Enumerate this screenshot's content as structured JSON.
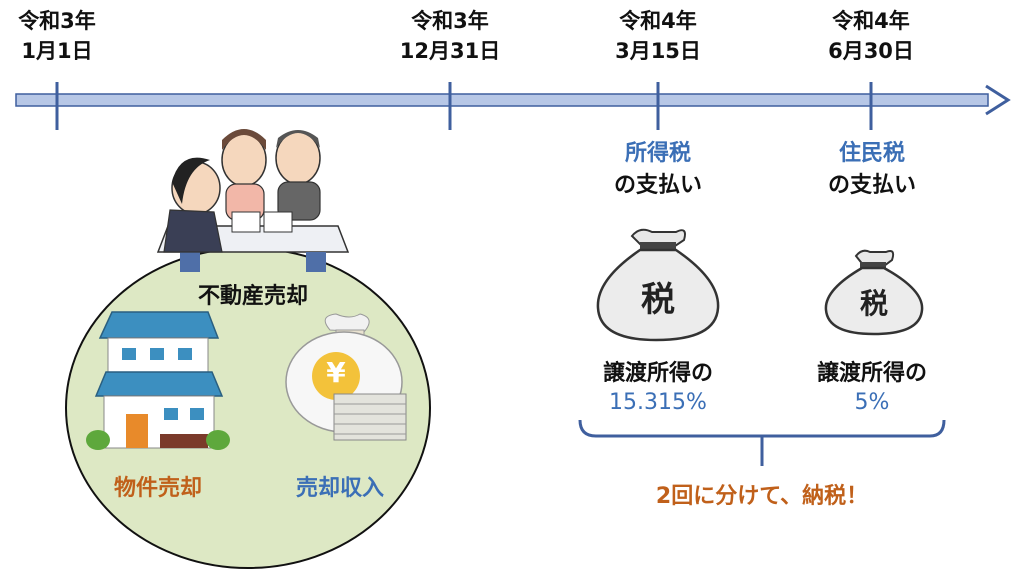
{
  "timeline": {
    "dates": [
      {
        "year": "令和3年",
        "day": "1月1日"
      },
      {
        "year": "令和3年",
        "day": "12月31日"
      },
      {
        "year": "令和4年",
        "day": "3月15日"
      },
      {
        "year": "令和4年",
        "day": "6月30日"
      }
    ]
  },
  "income_tax": {
    "title": "所得税",
    "subtitle": "の支払い",
    "bag_label": "税",
    "rate_label": "譲渡所得の",
    "rate": "15.315%"
  },
  "resident_tax": {
    "title": "住民税",
    "subtitle": "の支払い",
    "bag_label": "税",
    "rate_label": "譲渡所得の",
    "rate": "5%"
  },
  "summary": "2回に分けて、納税！",
  "sale_circle": {
    "title": "不動産売却",
    "property_label": "物件売却",
    "proceeds_label": "売却収入",
    "money_bag_symbol": "¥"
  },
  "colors": {
    "timeline": "#b7c7e6",
    "timeline_border": "#3f5f9e",
    "circle_fill": "#dde8c4",
    "accent_blue": "#3b6fb6",
    "accent_orange": "#c0601a"
  }
}
